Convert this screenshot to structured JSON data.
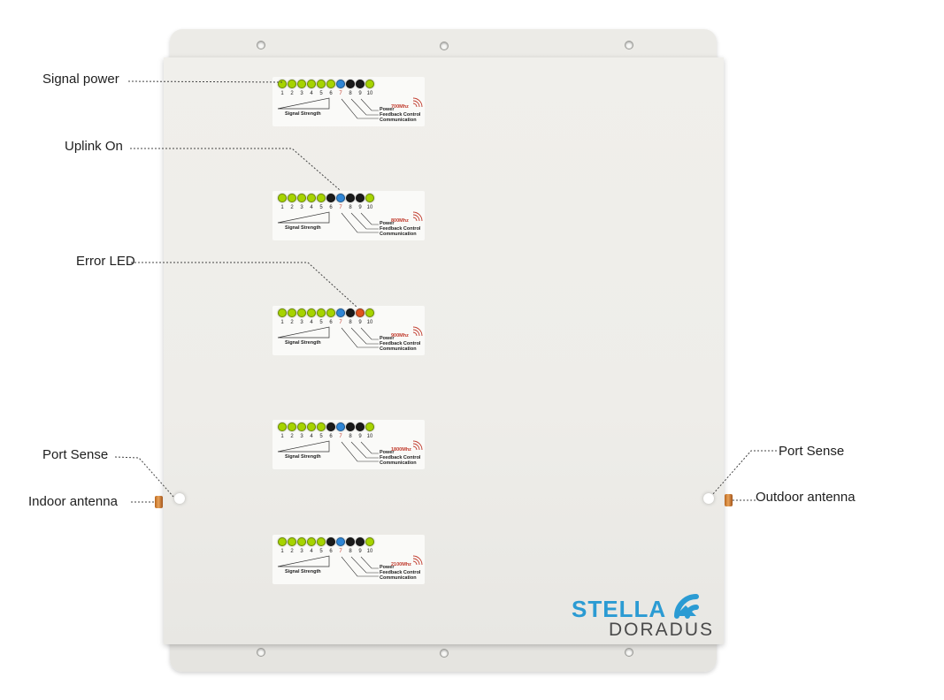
{
  "callouts": {
    "signal_power": "Signal power",
    "uplink_on": "Uplink On",
    "error_led": "Error LED",
    "port_sense_left": "Port Sense",
    "port_sense_right": "Port Sense",
    "indoor_antenna": "Indoor antenna",
    "outdoor_antenna": "Outdoor antenna"
  },
  "panel_labels": {
    "numbers": [
      "1",
      "2",
      "3",
      "4",
      "5",
      "6",
      "7",
      "8",
      "9",
      "10"
    ],
    "signal_strength": "Signal Strength",
    "power": "Power",
    "feedback_control": "Feedback Control",
    "communication": "Communication"
  },
  "led_colors": {
    "green": "#a6d400",
    "blue": "#2f86d6",
    "orange": "#e0531e",
    "black": "#1b1b1b"
  },
  "panels": [
    {
      "freq": "700Mhz",
      "leds": [
        "green",
        "green",
        "green",
        "green",
        "green",
        "green",
        "blue",
        "black",
        "black",
        "green"
      ]
    },
    {
      "freq": "800Mhz",
      "leds": [
        "green",
        "green",
        "green",
        "green",
        "green",
        "black",
        "blue",
        "black",
        "black",
        "green"
      ]
    },
    {
      "freq": "900Mhz",
      "leds": [
        "green",
        "green",
        "green",
        "green",
        "green",
        "green",
        "blue",
        "black",
        "orange",
        "green"
      ]
    },
    {
      "freq": "1800Mhz",
      "leds": [
        "green",
        "green",
        "green",
        "green",
        "green",
        "black",
        "blue",
        "black",
        "black",
        "green"
      ]
    },
    {
      "freq": "2100Mhz",
      "leds": [
        "green",
        "green",
        "green",
        "green",
        "green",
        "black",
        "blue",
        "black",
        "black",
        "green"
      ]
    }
  ],
  "logo": {
    "line1": "STELLA",
    "line2": "DORADUS",
    "color": "#2b9bd3"
  }
}
